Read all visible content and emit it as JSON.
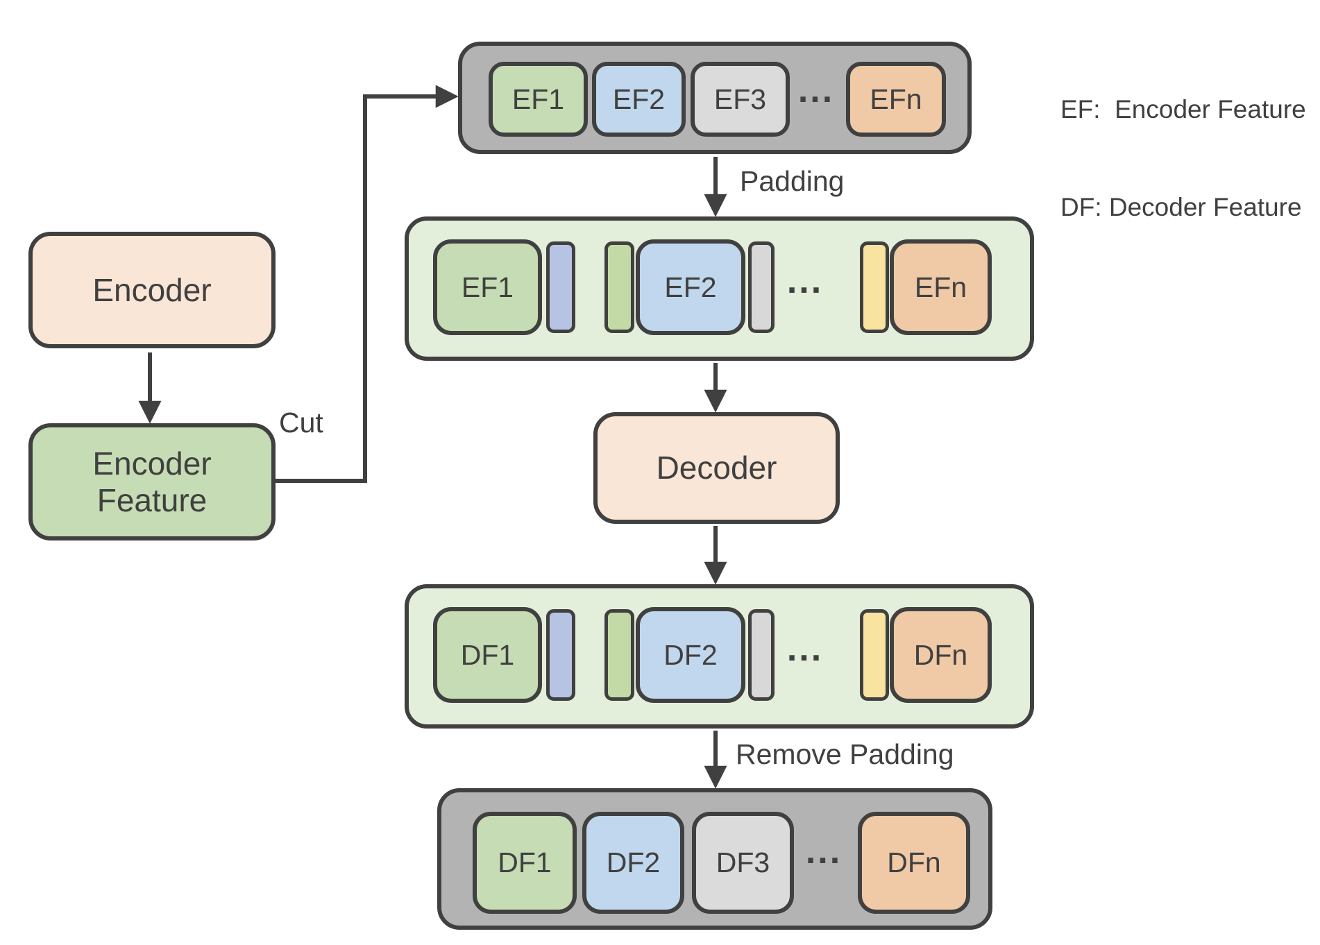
{
  "legend": {
    "lines": [
      "EF:  Encoder Feature",
      "DF: Decoder Feature"
    ]
  },
  "flow": {
    "encoder_label": "Encoder",
    "encoder_feature_label": "Encoder Feature",
    "decoder_label": "Decoder",
    "cut_label": "Cut",
    "padding_label": "Padding",
    "remove_padding_label": "Remove Padding"
  },
  "top_row": {
    "items": [
      {
        "label": "EF1",
        "color": "#c6dcb4"
      },
      {
        "label": "EF2",
        "color": "#c1d7ed"
      },
      {
        "label": "EF3",
        "color": "#dbdbdb"
      },
      {
        "label": "EFn",
        "color": "#f0c9a6"
      }
    ],
    "dots": "..."
  },
  "padded_encoder_row": {
    "items": [
      {
        "label": "EF1",
        "color": "#c6dcb4"
      },
      {
        "label": "EF2",
        "color": "#c1d7ed"
      },
      {
        "label": "EFn",
        "color": "#f0c9a6"
      }
    ],
    "pads": [
      {
        "name": "pad-lavender",
        "color": "#b7c3e3"
      },
      {
        "name": "pad-green",
        "color": "#c3d9a6"
      },
      {
        "name": "pad-gray",
        "color": "#d8d8d8"
      },
      {
        "name": "pad-yellow",
        "color": "#f8e4a0"
      }
    ],
    "dots": "..."
  },
  "padded_decoder_row": {
    "items": [
      {
        "label": "DF1",
        "color": "#c6dcb4"
      },
      {
        "label": "DF2",
        "color": "#c1d7ed"
      },
      {
        "label": "DFn",
        "color": "#f0c9a6"
      }
    ],
    "pads": [
      {
        "name": "pad-lavender",
        "color": "#b7c3e3"
      },
      {
        "name": "pad-green",
        "color": "#c3d9a6"
      },
      {
        "name": "pad-gray",
        "color": "#d8d8d8"
      },
      {
        "name": "pad-yellow",
        "color": "#f8e4a0"
      }
    ],
    "dots": "..."
  },
  "bottom_row": {
    "items": [
      {
        "label": "DF1",
        "color": "#c6dcb4"
      },
      {
        "label": "DF2",
        "color": "#c1d7ed"
      },
      {
        "label": "DF3",
        "color": "#dbdbdb"
      },
      {
        "label": "DFn",
        "color": "#f0c9a6"
      }
    ],
    "dots": "..."
  },
  "colors": {
    "stroke": "#404040",
    "gray_container": "#b3b3b3",
    "green_container": "#e3efda",
    "peach_node": "#fae6d6",
    "green_node": "#c6dcb4"
  }
}
